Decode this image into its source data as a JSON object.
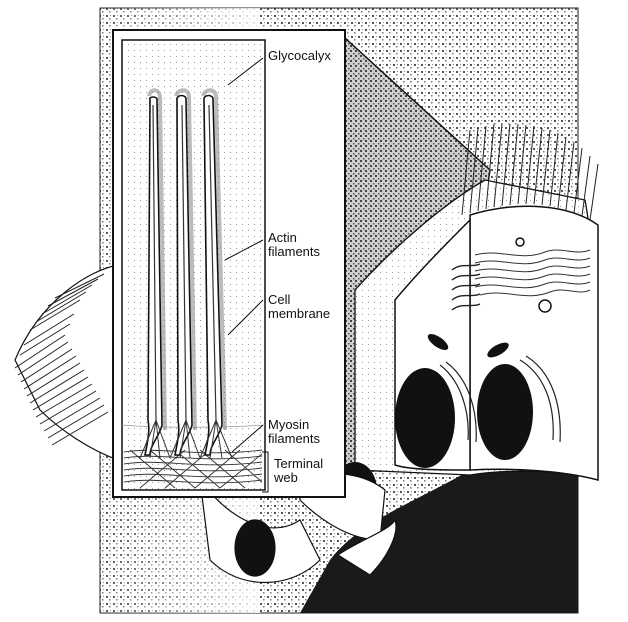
{
  "figure": {
    "labels": {
      "glycocalyx": "Glycocalyx",
      "actin": "Actin\nfilaments",
      "cell_membrane": "Cell\nmembrane",
      "myosin": "Myosin\nfilaments",
      "terminal_web": "Terminal\nweb"
    }
  },
  "colors": {
    "ink": "#111111",
    "stipple": "#6a6a6a",
    "dark_fill": "#1a1a1a",
    "paper": "#ffffff"
  }
}
